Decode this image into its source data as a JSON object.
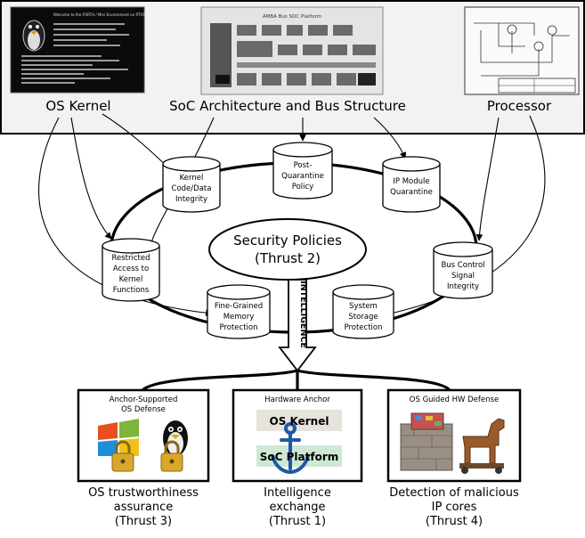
{
  "top_panel": {
    "os_kernel_label": "OS Kernel",
    "soc_label": "SoC Architecture and Bus Structure",
    "processor_label": "Processor",
    "soc_screen_title": "AMBA Bus SOC Platform",
    "terminal_header": "Welcome to the FORTH / Mini Environment on RTOS"
  },
  "center": {
    "line1": "Security Policies",
    "line2": "(Thrust 2)",
    "arrow_label": "INTELLIGENCE"
  },
  "cylinders": [
    {
      "id": "kernel-code",
      "lines": [
        "Kernel",
        "Code/Data",
        "Integrity"
      ]
    },
    {
      "id": "post-quarantine",
      "lines": [
        "Post-",
        "Quarantine",
        "Policy"
      ]
    },
    {
      "id": "ip-module",
      "lines": [
        "IP Module",
        "Quarantine"
      ]
    },
    {
      "id": "restricted-access",
      "lines": [
        "Restricted",
        "Access to",
        "Kernel",
        "Functions"
      ]
    },
    {
      "id": "bus-control",
      "lines": [
        "Bus Control",
        "Signal",
        "Integrity"
      ]
    },
    {
      "id": "fine-grained",
      "lines": [
        "Fine-Grained",
        "Memory",
        "Protection"
      ]
    },
    {
      "id": "system-storage",
      "lines": [
        "System",
        "Storage",
        "Protection"
      ]
    }
  ],
  "bottom_boxes": [
    {
      "id": "anchor-supported",
      "title_lines": [
        "Anchor-Supported",
        "OS Defense"
      ],
      "caption_lines": [
        "OS trustworthiness",
        "assurance",
        "(Thrust 3)"
      ]
    },
    {
      "id": "hardware-anchor",
      "title_lines": [
        "Hardware Anchor"
      ],
      "os_kernel": "OS Kernel",
      "soc_platform": "SoC Platform",
      "caption_lines": [
        "Intelligence",
        "exchange",
        "(Thrust 1)"
      ]
    },
    {
      "id": "os-guided",
      "title_lines": [
        "OS Guided HW Defense"
      ],
      "caption_lines": [
        "Detection of malicious",
        "IP cores",
        "(Thrust 4)"
      ]
    }
  ],
  "colors": {
    "line": "#000000",
    "panel_bg": "#eeeeee",
    "kernel_bar": "#e6e2dc",
    "soc_bar": "#cfe8d6",
    "anchor_blue": "#1f5aa6",
    "lock_gold": "#d9a82a"
  }
}
